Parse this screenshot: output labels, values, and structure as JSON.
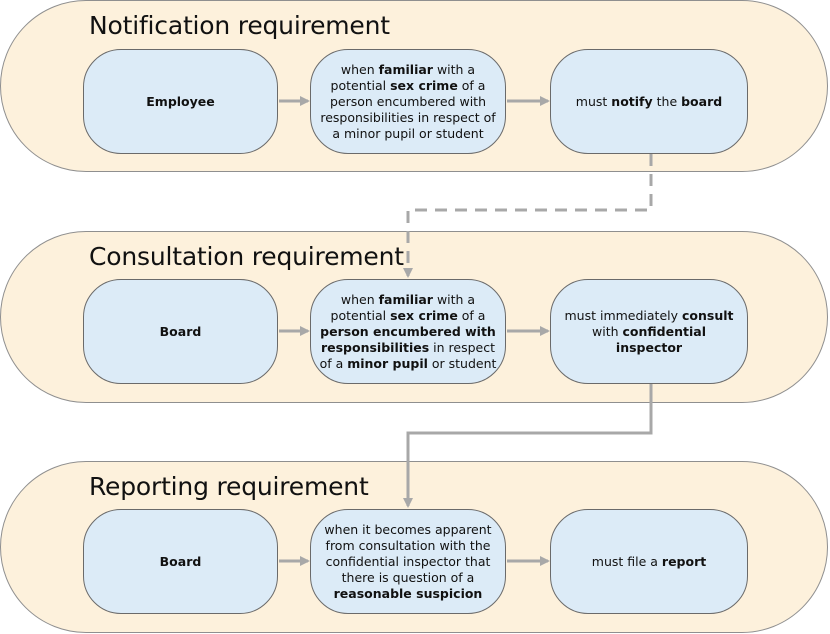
{
  "sections": [
    {
      "title": "Notification requirement",
      "actor": "Employee",
      "condition": [
        {
          "t": "when "
        },
        {
          "t": "familiar",
          "b": true
        },
        {
          "t": " with a potential "
        },
        {
          "t": "sex crime",
          "b": true
        },
        {
          "t": " of a person encumbered with responsibilities in respect of a minor pupil or student"
        }
      ],
      "action": [
        {
          "t": "must "
        },
        {
          "t": "notify",
          "b": true
        },
        {
          "t": " the "
        },
        {
          "t": "board",
          "b": true
        }
      ]
    },
    {
      "title": "Consultation requirement",
      "actor": "Board",
      "condition": [
        {
          "t": "when "
        },
        {
          "t": "familiar",
          "b": true
        },
        {
          "t": " with a potential "
        },
        {
          "t": "sex crime",
          "b": true
        },
        {
          "t": " of a "
        },
        {
          "t": "person encumbered with responsibilities",
          "b": true
        },
        {
          "t": " in respect of a "
        },
        {
          "t": "minor pupil",
          "b": true
        },
        {
          "t": " or student"
        }
      ],
      "action": [
        {
          "t": "must immediately "
        },
        {
          "t": "consult",
          "b": true
        },
        {
          "t": " with "
        },
        {
          "t": "confidential inspector",
          "b": true
        }
      ]
    },
    {
      "title": "Reporting requirement",
      "actor": "Board",
      "condition": [
        {
          "t": "when it becomes apparent from consultation with the confidential inspector that there is question of a "
        },
        {
          "t": "reasonable suspicion",
          "b": true
        }
      ],
      "action": [
        {
          "t": "must file a "
        },
        {
          "t": "report",
          "b": true
        }
      ]
    }
  ],
  "colors": {
    "section_fill": "#fdf1dc",
    "box_fill": "#dcebf7",
    "connector": "#a8a8a8"
  }
}
